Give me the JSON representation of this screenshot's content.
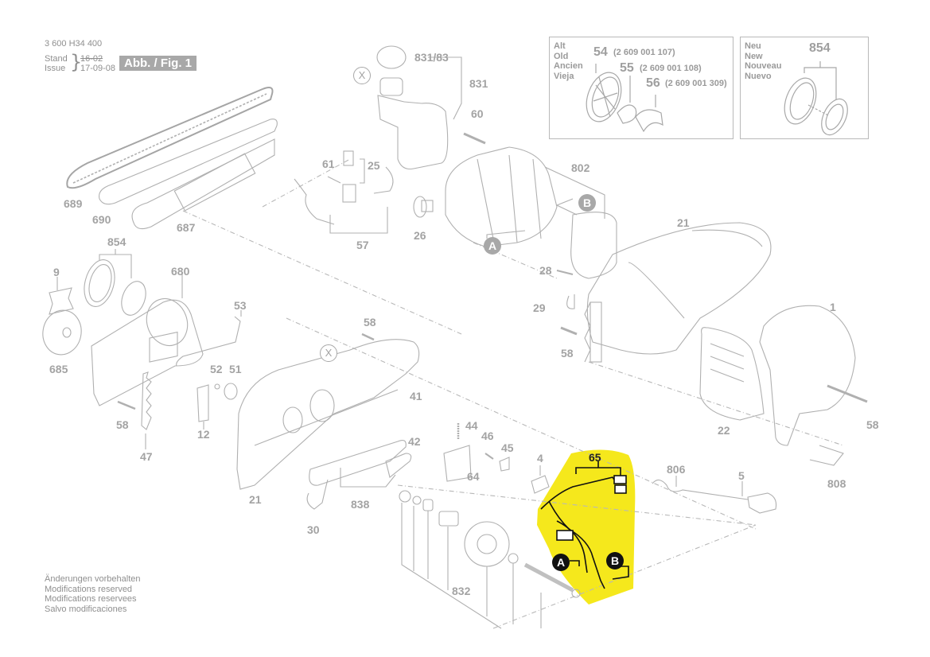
{
  "header": {
    "doc_number": "3 600 H34 400",
    "stand_label": "Stand",
    "issue_label": "Issue",
    "stand_date_old": "16-02",
    "issue_date": "17-09-08",
    "figure_badge": "Abb. / Fig. 1"
  },
  "old_box": {
    "labels": [
      "Alt",
      "Old",
      "Ancien",
      "Vieja"
    ],
    "parts": [
      {
        "ref": "54",
        "part_no": "(2 609 001 107)"
      },
      {
        "ref": "55",
        "part_no": "(2 609 001 108)"
      },
      {
        "ref": "56",
        "part_no": "(2 609 001 309)"
      }
    ]
  },
  "new_box": {
    "labels": [
      "Neu",
      "New",
      "Nouveau",
      "Nuevo"
    ],
    "ref": "854"
  },
  "footer": {
    "lines": [
      "Änderungen vorbehalten",
      "Modifications reserved",
      "Modifications reservees",
      "Salvo modificaciones"
    ]
  },
  "highlight": {
    "color": "#f5e81c",
    "ref": "65",
    "markers": [
      "A",
      "B"
    ]
  },
  "markers": {
    "A": "A",
    "B": "B",
    "X": "X"
  },
  "callouts": {
    "c831_83": "831/83",
    "c831": "831",
    "c60": "60",
    "c802": "802",
    "c61": "61",
    "c25": "25",
    "c26": "26",
    "c57": "57",
    "c689": "689",
    "c690": "690",
    "c687": "687",
    "c854": "854",
    "c9": "9",
    "c680": "680",
    "c685": "685",
    "c53": "53",
    "c58a": "58",
    "c58b": "58",
    "c58c": "58",
    "c58d": "58",
    "c52": "52",
    "c51": "51",
    "c12": "12",
    "c47": "47",
    "c41": "41",
    "c42": "42",
    "c21a": "21",
    "c21b": "21",
    "c838": "838",
    "c30": "30",
    "c44": "44",
    "c46": "46",
    "c45": "45",
    "c64": "64",
    "c4": "4",
    "c832": "832",
    "c28": "28",
    "c29": "29",
    "c1": "1",
    "c22": "22",
    "c806": "806",
    "c5": "5",
    "c808": "808"
  }
}
